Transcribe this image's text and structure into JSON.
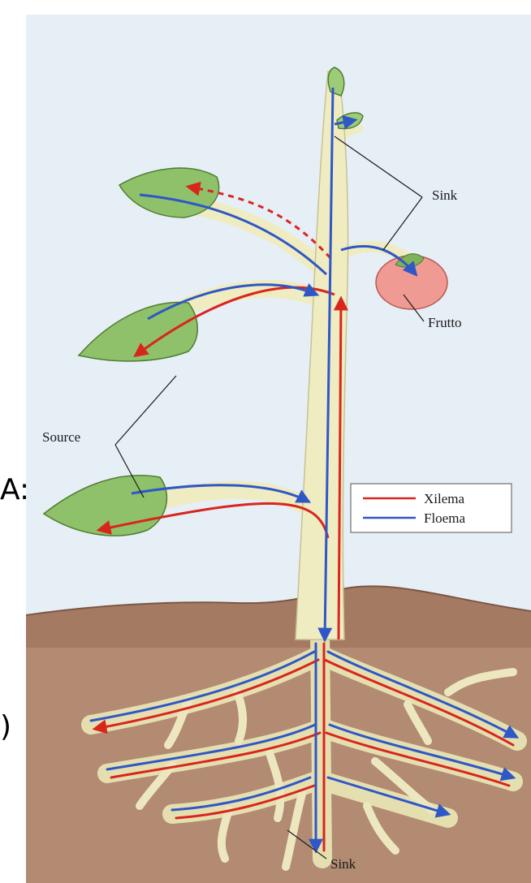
{
  "labels": {
    "sink_top": "Sink",
    "fruit": "Frutto",
    "source": "Source",
    "sink_bottom": "Sink"
  },
  "legend": {
    "items": [
      {
        "label": "Xilema",
        "color": "#d8261d"
      },
      {
        "label": "Floema",
        "color": "#2f57c6"
      }
    ]
  },
  "edge_text": {
    "left_a": "A:",
    "left_paren": ")"
  },
  "colors": {
    "background": "#e6eef6",
    "soil": "#a57a62",
    "plant_body": "#f0ecc2",
    "leaf": "#8fc16a",
    "fruit": "#ef9a93"
  }
}
